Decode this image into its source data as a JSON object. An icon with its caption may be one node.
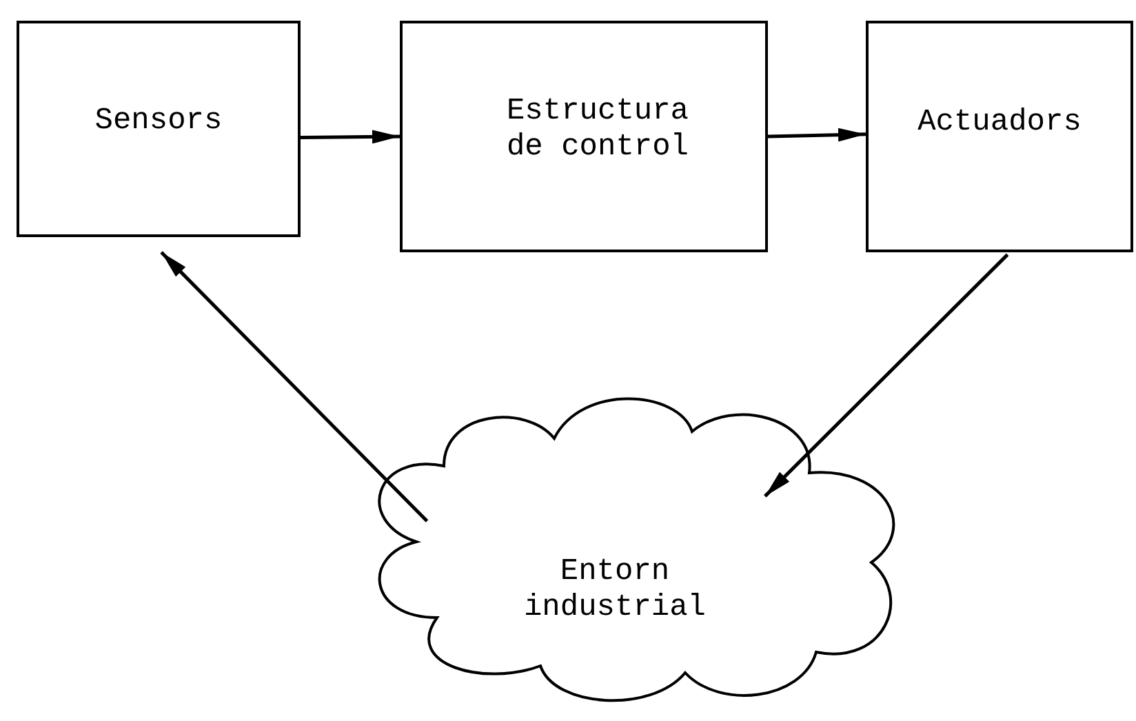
{
  "diagram": {
    "nodes": [
      {
        "text": [
          "Sensors"
        ]
      },
      {
        "text": [
          "Estructura de control"
        ]
      },
      {
        "text": [
          "Actuadors"
        ]
      },
      {
        "text": [
          "Entorn industrial"
        ]
      }
    ],
    "edges": [
      {
        "from": 0,
        "to": 1,
        "arrow": "to"
      },
      {
        "from": 1,
        "to": 2,
        "arrow": "to"
      },
      {
        "from": 2,
        "to": 3,
        "arrow": "to"
      },
      {
        "from": 3,
        "to": 0,
        "arrow": "to"
      }
    ]
  }
}
